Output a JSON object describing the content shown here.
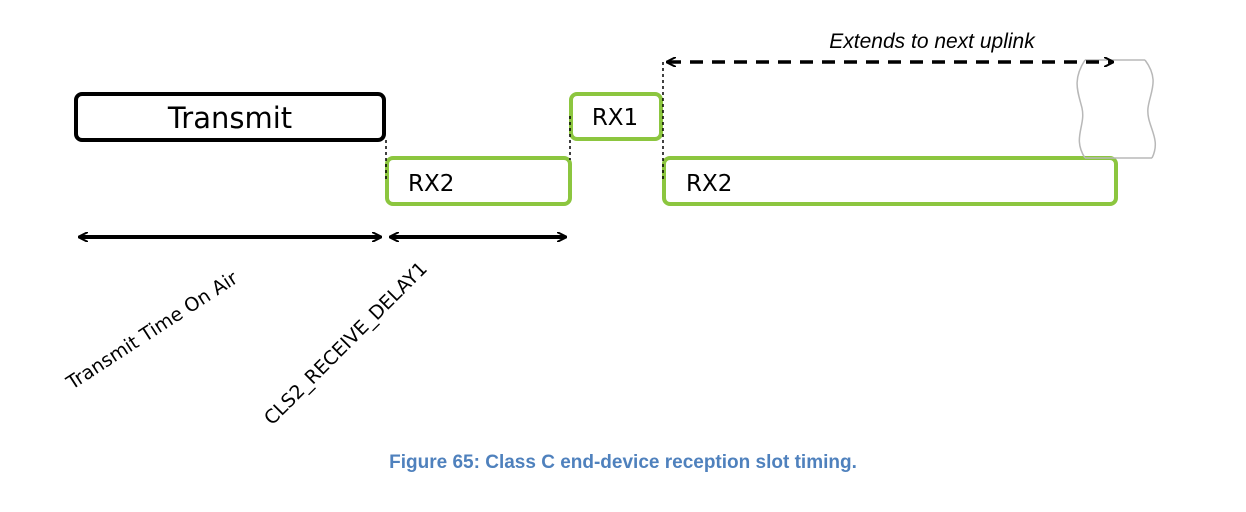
{
  "diagram": {
    "transmit_label": "Transmit",
    "rx1_label": "RX1",
    "rx2_first_label": "RX2",
    "rx2_second_label": "RX2",
    "extends_label": "Extends to next uplink",
    "time_on_air_label": "Transmit Time On Air",
    "receive_delay_label": "CLS2_RECEIVE_DELAY1"
  },
  "colors": {
    "slot_outline": "#8cc63f",
    "transmit_outline": "#000000",
    "caption": "#4f81bd"
  },
  "caption": {
    "text": "Figure 65: Class C end-device reception slot timing."
  }
}
